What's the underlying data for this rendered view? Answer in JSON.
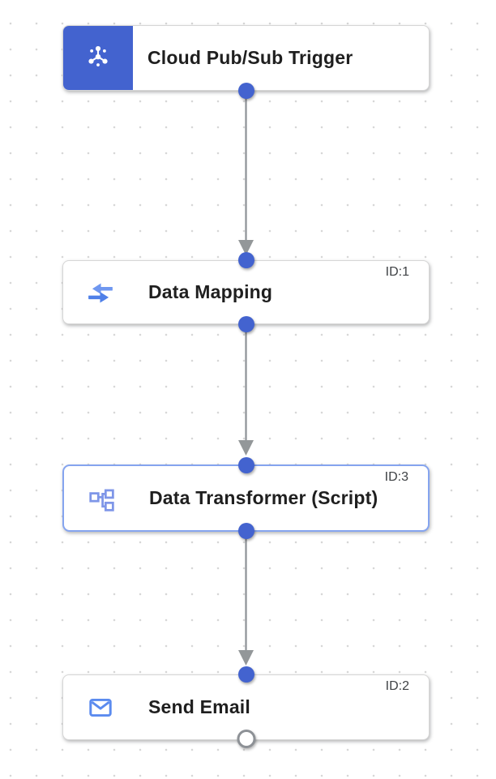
{
  "app": {
    "name": "integration-flow-canvas"
  },
  "colors": {
    "accent_blue": "#4363cf",
    "icon_blue": "#5b8bef",
    "icon_periwinkle": "#7e96e8",
    "selected_border_blue": "#85a4ef",
    "connector_gray": "#8d9196",
    "grid_dot_gray": "#d7d7d7",
    "title_text": "#1f1f1f",
    "id_text": "#3f4245"
  },
  "nodes": [
    {
      "key": "cloud-pubsub-trigger",
      "kind": "trigger",
      "title": "Cloud Pub/Sub Trigger",
      "icon": "pubsub-icon",
      "id_label": "",
      "selected": false,
      "output_port": "filled"
    },
    {
      "key": "data-mapping",
      "kind": "task",
      "title": "Data Mapping",
      "icon": "data-mapping-icon",
      "id_label": "ID:1",
      "selected": false,
      "input_port": "filled",
      "output_port": "filled"
    },
    {
      "key": "data-transformer-script",
      "kind": "task",
      "title": "Data Transformer (Script)",
      "icon": "data-transformer-icon",
      "id_label": "ID:3",
      "selected": true,
      "input_port": "filled",
      "output_port": "filled"
    },
    {
      "key": "send-email",
      "kind": "task",
      "title": "Send Email",
      "icon": "email-icon",
      "id_label": "ID:2",
      "selected": false,
      "input_port": "filled",
      "output_port": "hollow"
    }
  ],
  "edges": [
    {
      "from": "cloud-pubsub-trigger",
      "to": "data-mapping"
    },
    {
      "from": "data-mapping",
      "to": "data-transformer-script"
    },
    {
      "from": "data-transformer-script",
      "to": "send-email"
    }
  ]
}
